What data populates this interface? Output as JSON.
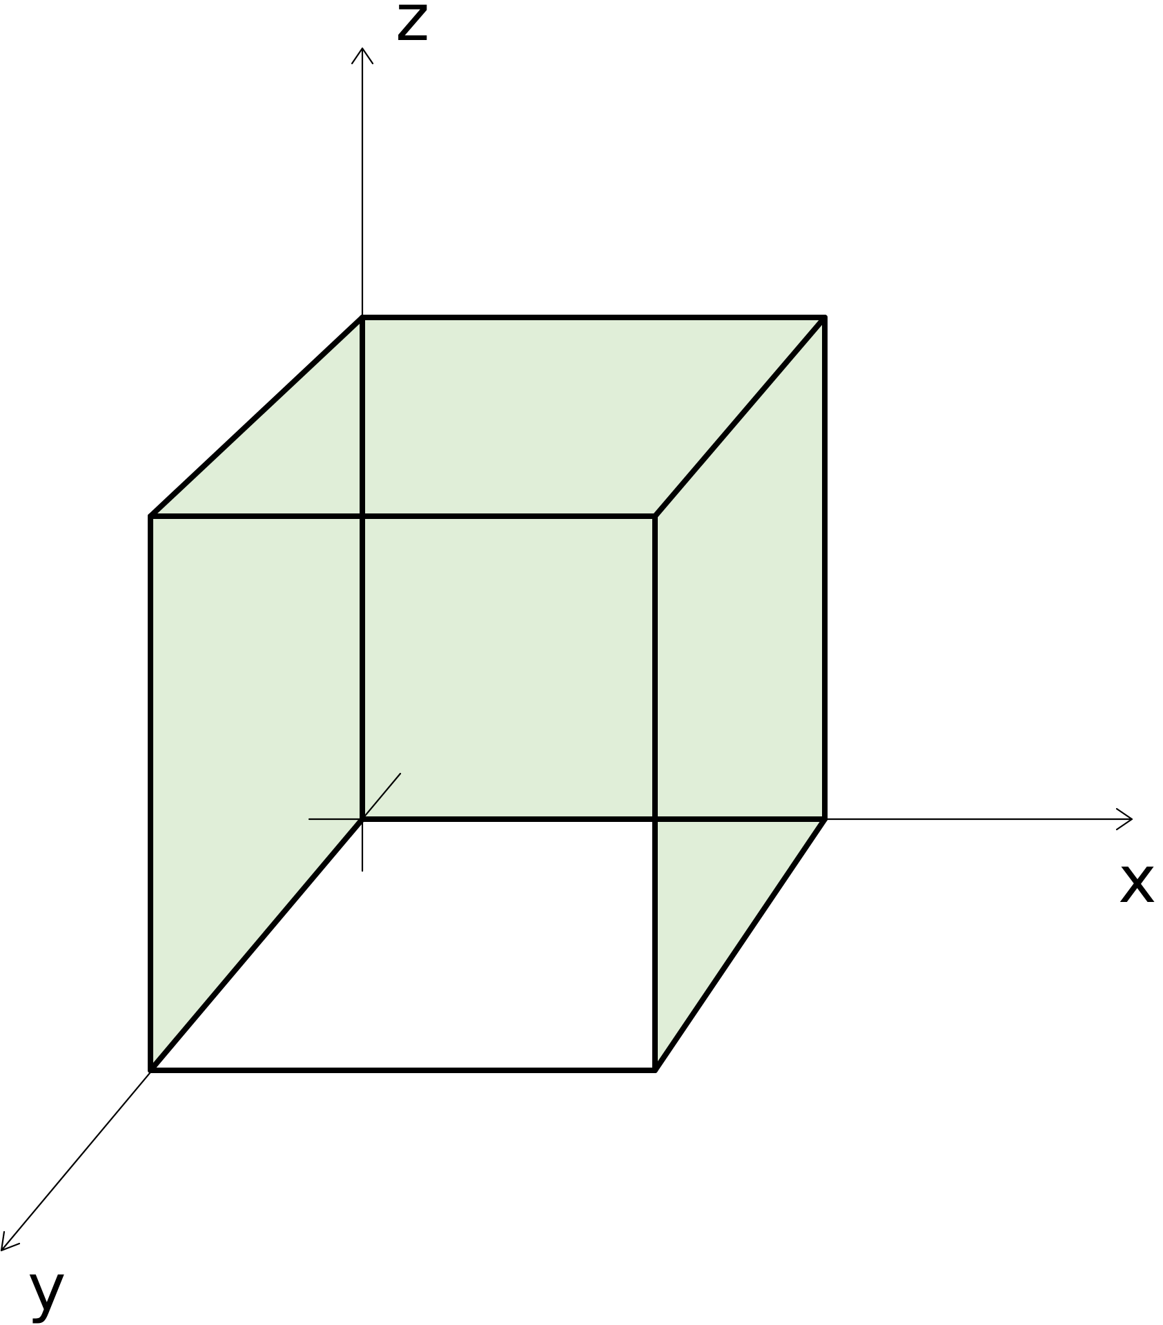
{
  "diagram": {
    "axes": {
      "x_label": "x",
      "y_label": "y",
      "z_label": "z"
    },
    "cube": {
      "fill_color": "#e0eed8",
      "edge_color": "#000000"
    },
    "axis_color": "#000000"
  }
}
